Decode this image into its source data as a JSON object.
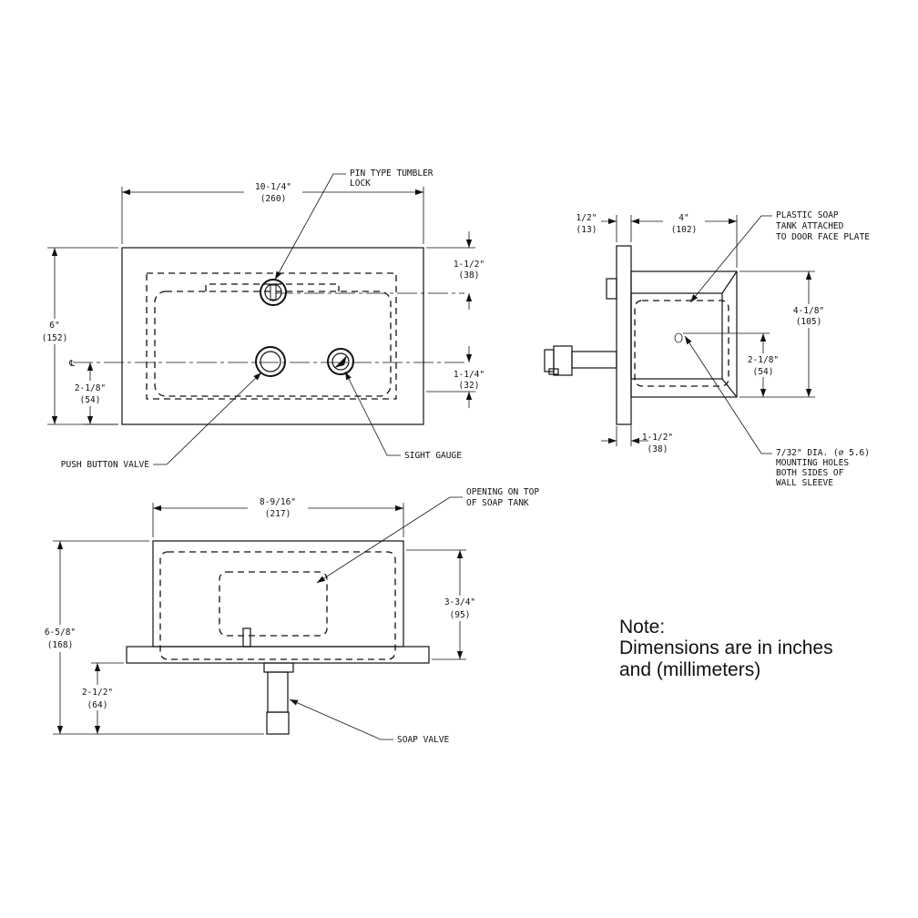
{
  "front_view": {
    "width_in": "10-1/4\"",
    "width_mm": "(260)",
    "height_in": "6\"",
    "height_mm": "(152)",
    "top_offset_in": "1-1/2\"",
    "top_offset_mm": "(38)",
    "mid_offset_in": "1-1/4\"",
    "mid_offset_mm": "(32)",
    "center_in": "2-1/8\"",
    "center_mm": "(54)",
    "centerline_symbol": "℄",
    "lock_label_1": "PIN TYPE TUMBLER",
    "lock_label_2": "LOCK",
    "push_label": "PUSH BUTTON VALVE",
    "gauge_label": "SIGHT GAUGE"
  },
  "side_view": {
    "flange_in": "1/2\"",
    "flange_mm": "(13)",
    "depth_in": "4\"",
    "depth_mm": "(102)",
    "tank_label_1": "PLASTIC SOAP",
    "tank_label_2": "TANK ATTACHED",
    "tank_label_3": "TO DOOR FACE PLATE",
    "height_in": "4-1/8\"",
    "height_mm": "(105)",
    "hole_height_in": "2-1/8\"",
    "hole_height_mm": "(54)",
    "bottom_in": "1-1/2\"",
    "bottom_mm": "(38)",
    "hole_label_1": "7/32\" DIA. (⌀ 5.6)",
    "hole_label_2": "MOUNTING HOLES",
    "hole_label_3": "BOTH SIDES OF",
    "hole_label_4": "WALL SLEEVE"
  },
  "top_view": {
    "width_in": "8-9/16\"",
    "width_mm": "(217)",
    "opening_label_1": "OPENING ON TOP",
    "opening_label_2": "OF SOAP TANK",
    "tank_height_in": "3-3/4\"",
    "tank_height_mm": "(95)",
    "overall_in": "6-5/8\"",
    "overall_mm": "(168)",
    "valve_in": "2-1/2\"",
    "valve_mm": "(64)",
    "valve_label": "SOAP VALVE"
  },
  "note": {
    "line1": "Note:",
    "line2": "Dimensions are in inches",
    "line3": "and (millimeters)"
  }
}
